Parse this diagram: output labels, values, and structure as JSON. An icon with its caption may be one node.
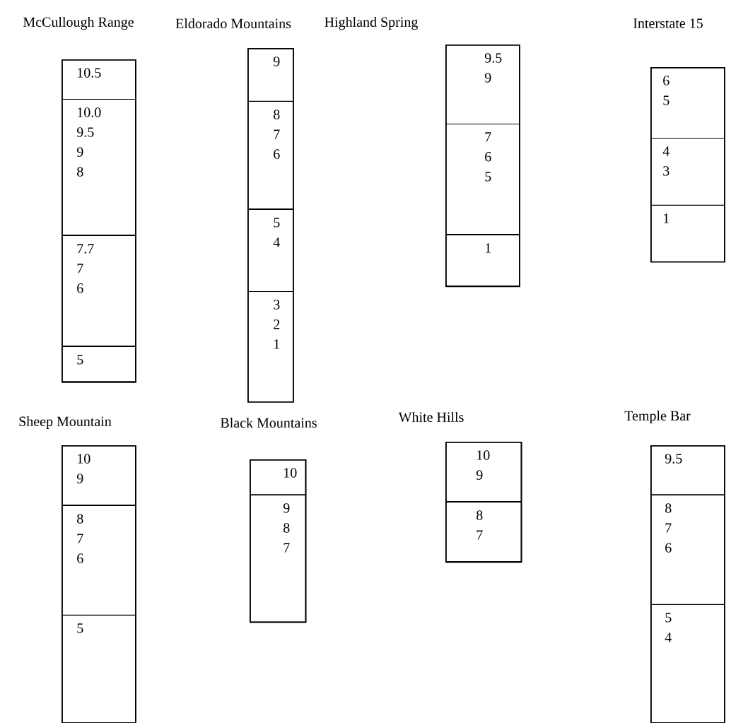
{
  "diagram": {
    "nodes": [
      {
        "text": [
          "McCullough Range"
        ]
      },
      {
        "text": [
          "10.5"
        ],
        "in": 0
      },
      {
        "text": [
          "10.0",
          "9.5",
          "9",
          "8"
        ],
        "in": 0
      },
      {
        "text": [
          "7.7",
          "7",
          "6"
        ],
        "in": 0
      },
      {
        "text": [
          "5"
        ],
        "in": 0
      },
      {
        "text": [
          "Eldorado Mountains"
        ]
      },
      {
        "text": [
          "9"
        ],
        "in": 5
      },
      {
        "text": [
          "8",
          "7",
          "6"
        ],
        "in": 5
      },
      {
        "text": [
          "5",
          "4"
        ],
        "in": 5
      },
      {
        "text": [
          "3",
          "2",
          "1"
        ],
        "in": 5
      },
      {
        "text": [
          "Highland Spring"
        ]
      },
      {
        "text": [
          "9.5",
          "9"
        ],
        "in": 10
      },
      {
        "text": [
          "7",
          "6",
          "5"
        ],
        "in": 10
      },
      {
        "text": [
          "1"
        ],
        "in": 10
      },
      {
        "text": [
          "Interstate 15"
        ]
      },
      {
        "text": [
          "6",
          "5"
        ],
        "in": 14
      },
      {
        "text": [
          "4",
          "3"
        ],
        "in": 14
      },
      {
        "text": [
          "1"
        ],
        "in": 14
      },
      {
        "text": [
          "Sheep Mountain"
        ]
      },
      {
        "text": [
          "10",
          "9"
        ],
        "in": 18
      },
      {
        "text": [
          "8",
          "7",
          "6"
        ],
        "in": 18
      },
      {
        "text": [
          "5"
        ],
        "in": 18
      },
      {
        "text": [
          "Black Mountains"
        ]
      },
      {
        "text": [
          "10"
        ],
        "in": 22
      },
      {
        "text": [
          "9",
          "8",
          "7"
        ],
        "in": 22
      },
      {
        "text": [
          "White Hills"
        ]
      },
      {
        "text": [
          "10",
          "9"
        ],
        "in": 25
      },
      {
        "text": [
          "8",
          "7"
        ],
        "in": 25
      },
      {
        "text": [
          "Temple Bar"
        ]
      },
      {
        "text": [
          "9.5"
        ],
        "in": 28
      },
      {
        "text": [
          "8",
          "7",
          "6"
        ],
        "in": 28
      },
      {
        "text": [
          "5",
          "4"
        ],
        "in": 28
      }
    ]
  }
}
